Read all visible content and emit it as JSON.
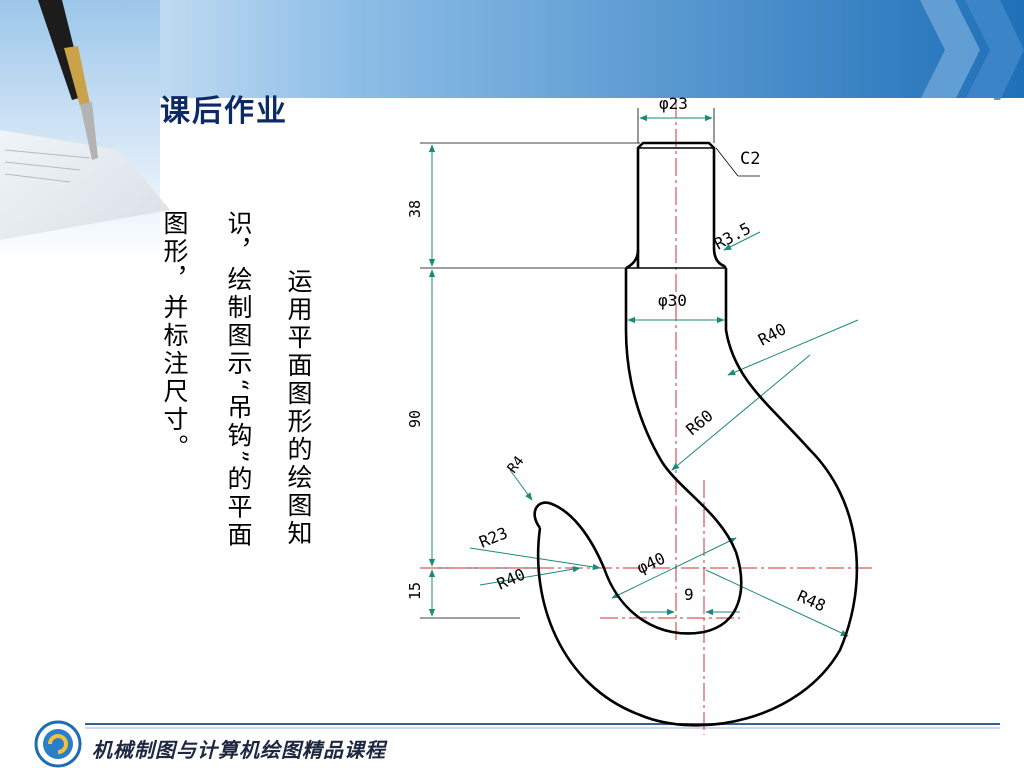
{
  "slide": {
    "title": "课后作业",
    "body_lines": [
      "运用平面图形的绘图知",
      "识，绘制图示“吊钩”的平面",
      "图形，并标注尺寸。"
    ],
    "footer": "机械制图与计算机绘图精品课程"
  },
  "drawing": {
    "dimensions": {
      "d23": "φ23",
      "c2": "C2",
      "h38": "38",
      "r3_5": "R3.5",
      "d30": "φ30",
      "r40_top": "R40",
      "h90": "90",
      "r60": "R60",
      "r4": "R4",
      "r23": "R23",
      "d40": "φ40",
      "r40_bottom": "R40",
      "h15": "15",
      "v9": "9",
      "r48": "R48"
    }
  },
  "colors": {
    "title": "#0e2a66",
    "center_line": "#d03030",
    "dimension": "#1a8a7a",
    "header_band": "#1f70b8",
    "footer_line": "#3a5f9e"
  }
}
